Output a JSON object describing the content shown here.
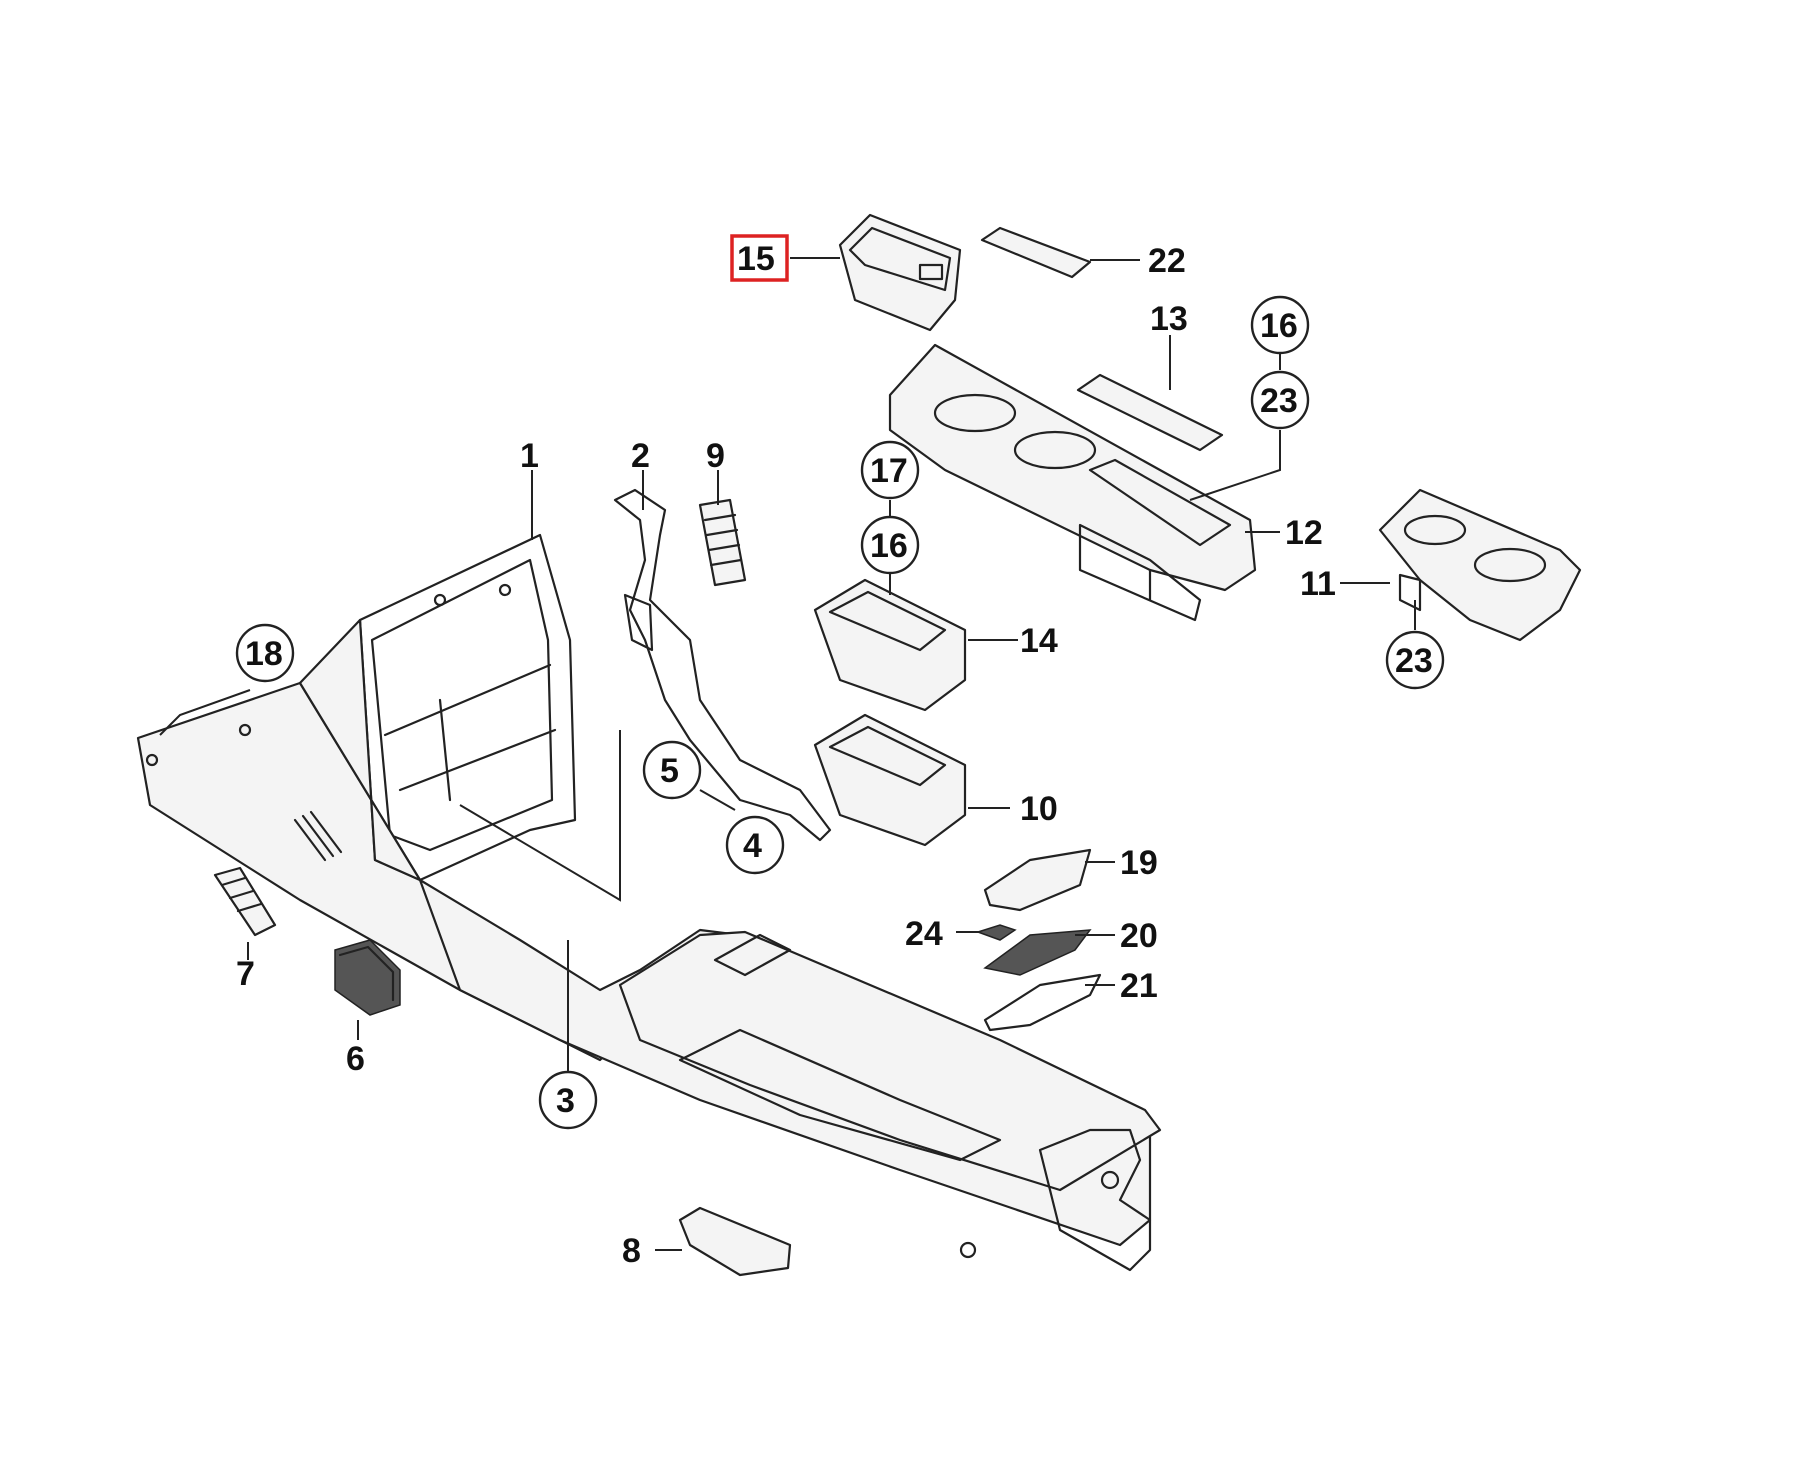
{
  "labels": {
    "l1": "1",
    "l2": "2",
    "l3": "3",
    "l4": "4",
    "l5": "5",
    "l6": "6",
    "l7": "7",
    "l8": "8",
    "l9": "9",
    "l10": "10",
    "l11": "11",
    "l12": "12",
    "l13": "13",
    "l14": "14",
    "l15": "15",
    "l16a": "16",
    "l16b": "16",
    "l17": "17",
    "l18": "18",
    "l19": "19",
    "l20": "20",
    "l21": "21",
    "l22": "22",
    "l23a": "23",
    "l23b": "23",
    "l24": "24"
  },
  "highlight_color": "#dd2222"
}
